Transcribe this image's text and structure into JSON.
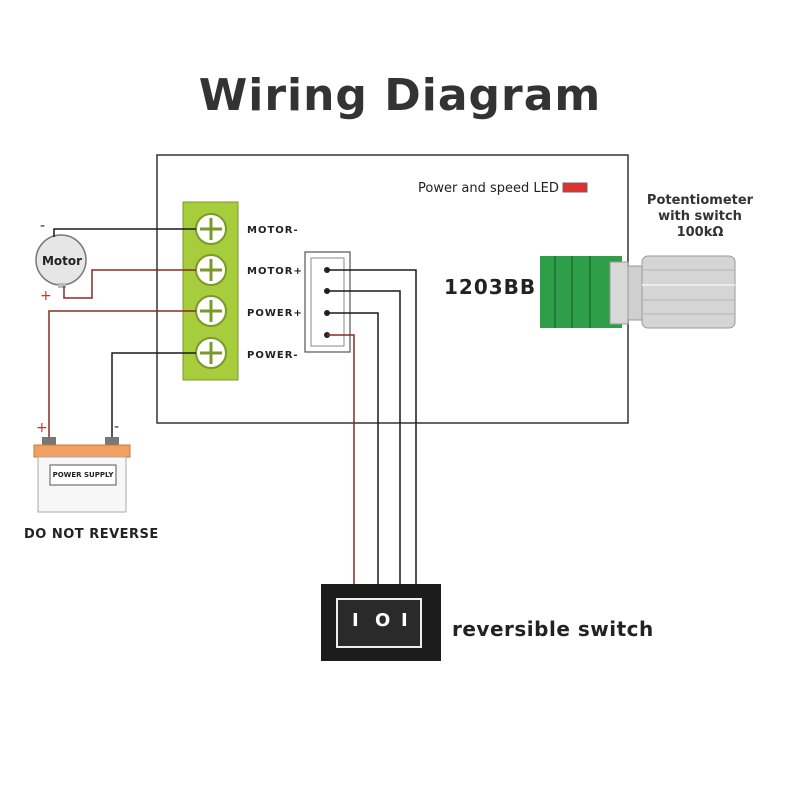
{
  "title": "Wiring Diagram",
  "controller": {
    "model": "1203BB",
    "led_label": "Power and speed LED",
    "led_color": "#e03030",
    "terminals": [
      "MOTOR-",
      "MOTOR+",
      "POWER+",
      "POWER-"
    ],
    "terminal_color": "#a7cd3c"
  },
  "potentiometer": {
    "label_line1": "Potentiometer",
    "label_line2": "with switch",
    "label_line3": "100kΩ",
    "body_color": "#2e9e48"
  },
  "motor": {
    "label": "Motor",
    "neg": "-",
    "pos": "+"
  },
  "power_supply": {
    "label": "POWER SUPPLY",
    "pos": "+",
    "neg": "-",
    "cap_color": "#f0a060",
    "warning": "DO NOT REVERSE"
  },
  "switch": {
    "label": "reversible switch",
    "symbols": [
      "I",
      "O",
      "I"
    ]
  },
  "wire_colors": {
    "black": "#1a1a1a",
    "red": "#8b2a20"
  }
}
